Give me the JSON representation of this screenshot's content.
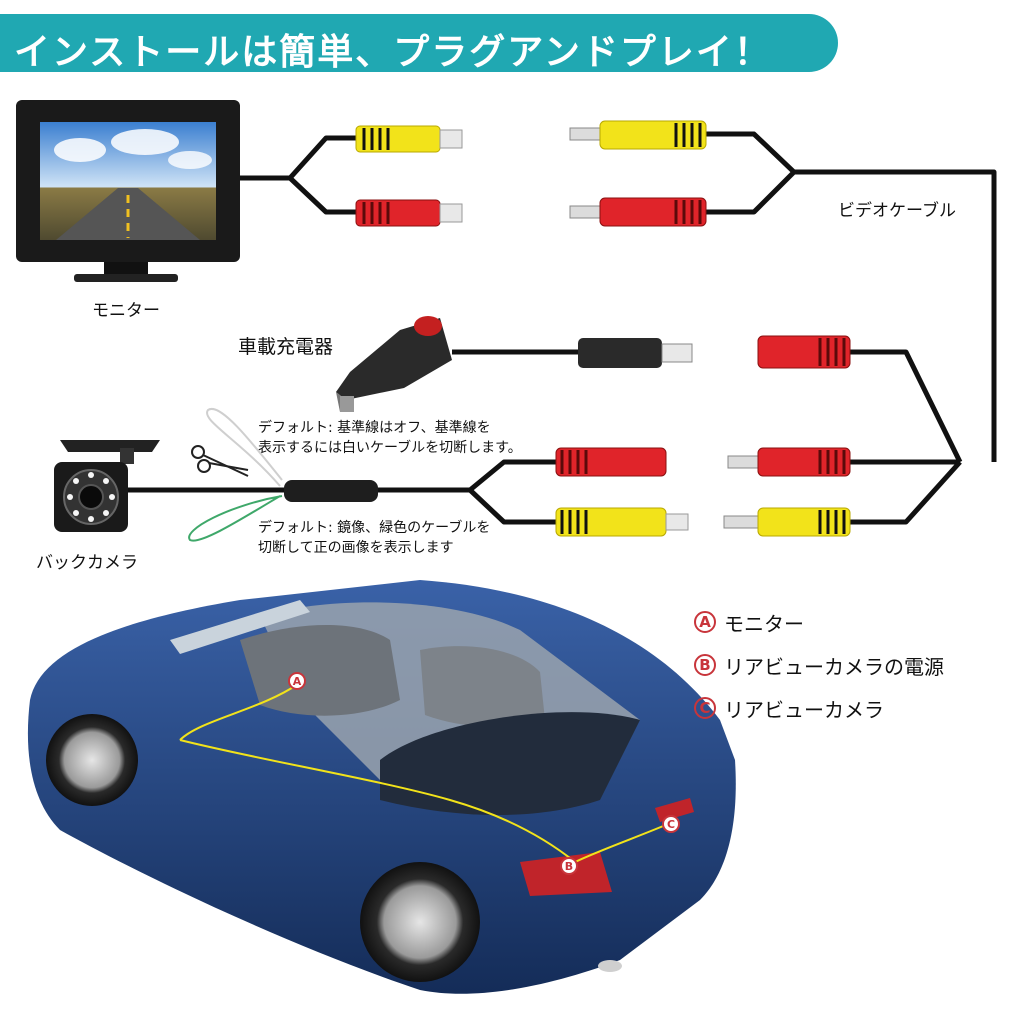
{
  "banner": {
    "title": "インストールは簡単、プラグアンドプレイ！"
  },
  "labels": {
    "monitor": "モニター",
    "video_cable": "ビデオケーブル",
    "car_charger": "車載充電器",
    "back_camera": "バックカメラ"
  },
  "notes": {
    "white_wire_line1": "デフォルト: 基準線はオフ、基準線を",
    "white_wire_line2": "表示するには白いケーブルを切断します。",
    "green_wire_line1": "デフォルト: 鏡像、緑色のケーブルを",
    "green_wire_line2": "切断して正の画像を表示します"
  },
  "legend": [
    {
      "badge": "A",
      "text": "モニター"
    },
    {
      "badge": "B",
      "text": "リアビューカメラの電源"
    },
    {
      "badge": "C",
      "text": "リアビューカメラ"
    }
  ],
  "car_markers": {
    "a": "A",
    "b": "B",
    "c": "C"
  },
  "colors": {
    "banner": "#20a8b2",
    "rca_yellow": "#f2e31a",
    "rca_red": "#e0242a",
    "cable": "#111111",
    "car_body": "#1f3f7a",
    "marker": "#c8353b"
  }
}
